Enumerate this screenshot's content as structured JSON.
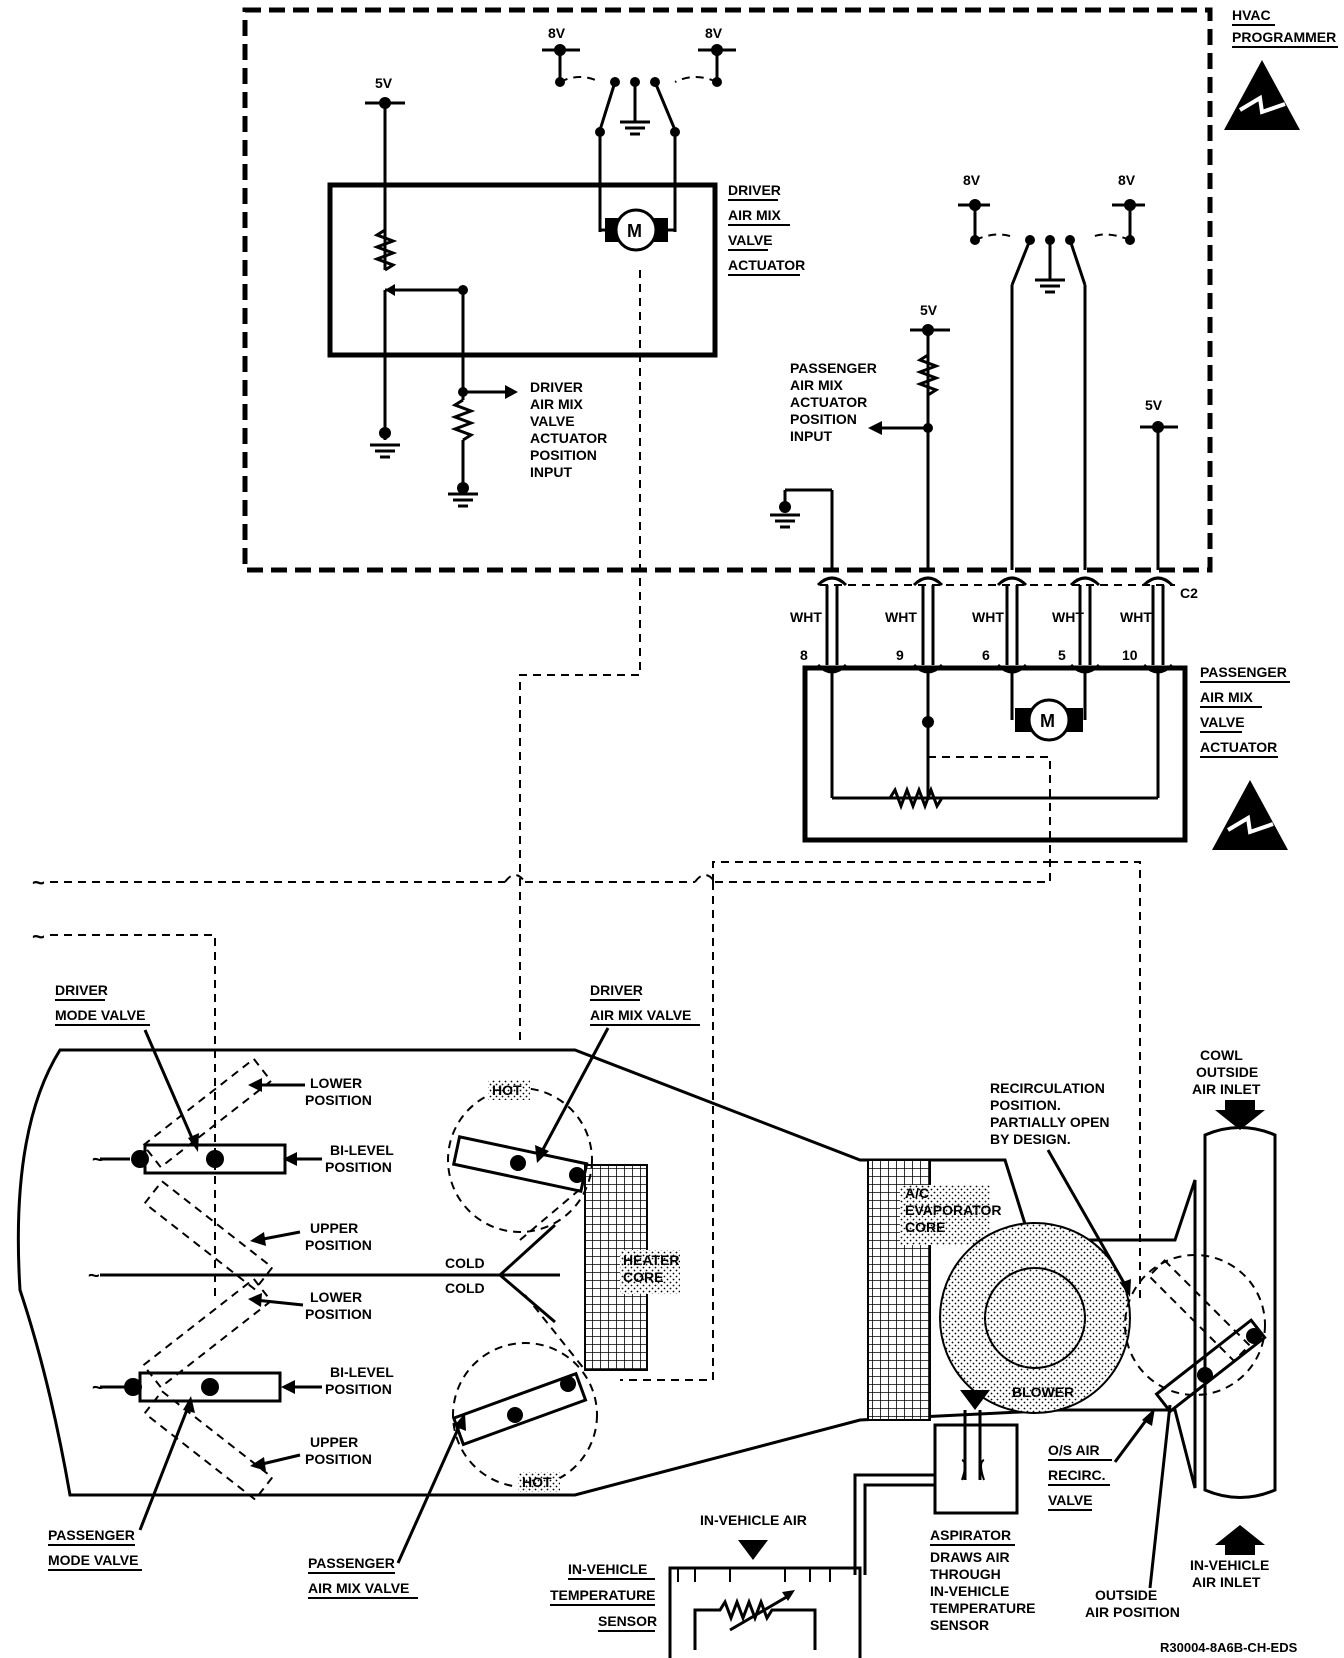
{
  "programmer": {
    "title_line1": "HVAC",
    "title_line2": "PROGRAMMER"
  },
  "voltages": {
    "v8": "8V",
    "v5": "5V"
  },
  "driver_actuator": {
    "l1": "DRIVER",
    "l2": "AIR MIX",
    "l3": "VALVE",
    "l4": "ACTUATOR"
  },
  "driver_pos_input": {
    "l1": "DRIVER",
    "l2": "AIR MIX",
    "l3": "VALVE",
    "l4": "ACTUATOR",
    "l5": "POSITION",
    "l6": "INPUT"
  },
  "passenger_pos_input": {
    "l1": "PASSENGER",
    "l2": "AIR MIX",
    "l3": "ACTUATOR",
    "l4": "POSITION",
    "l5": "INPUT"
  },
  "motor_label": "M",
  "connector": {
    "name": "C2",
    "wire_color": "WHT",
    "pins": [
      "8",
      "9",
      "6",
      "5",
      "10"
    ]
  },
  "passenger_actuator": {
    "l1": "PASSENGER",
    "l2": "AIR MIX",
    "l3": "VALVE",
    "l4": "ACTUATOR"
  },
  "housing": {
    "driver_mode_valve": {
      "l1": "DRIVER",
      "l2": "MODE VALVE"
    },
    "driver_air_mix_valve": {
      "l1": "DRIVER",
      "l2": "AIR MIX VALVE"
    },
    "lower_position": {
      "l1": "LOWER",
      "l2": "POSITION"
    },
    "bilevel_position": {
      "l1": "BI-LEVEL",
      "l2": "POSITION"
    },
    "upper_position": {
      "l1": "UPPER",
      "l2": "POSITION"
    },
    "hot": "HOT",
    "cold": "COLD",
    "heater_core": {
      "l1": "HEATER",
      "l2": "CORE"
    },
    "evaporator": {
      "l1": "A/C",
      "l2": "EVAPORATOR",
      "l3": "CORE"
    },
    "recirc_note": {
      "l1": "RECIRCULATION",
      "l2": "POSITION.",
      "l3": "PARTIALLY OPEN",
      "l4": "BY DESIGN."
    },
    "cowl_inlet": {
      "l1": "COWL",
      "l2": "OUTSIDE",
      "l3": "AIR INLET"
    },
    "blower": "BLOWER",
    "os_air_valve": {
      "l1": "O/S AIR",
      "l2": "RECIRC.",
      "l3": "VALVE"
    },
    "passenger_mode_valve": {
      "l1": "PASSENGER",
      "l2": "MODE VALVE"
    },
    "passenger_air_mix_valve": {
      "l1": "PASSENGER",
      "l2": "AIR MIX VALVE"
    },
    "in_vehicle_air": "IN-VEHICLE AIR",
    "temp_sensor": {
      "l1": "IN-VEHICLE",
      "l2": "TEMPERATURE",
      "l3": "SENSOR"
    },
    "aspirator": {
      "l1": "ASPIRATOR",
      "l2": "DRAWS AIR",
      "l3": "THROUGH",
      "l4": "IN-VEHICLE",
      "l5": "TEMPERATURE",
      "l6": "SENSOR"
    },
    "outside_air_position": {
      "l1": "OUTSIDE",
      "l2": "AIR POSITION"
    },
    "in_vehicle_inlet": {
      "l1": "IN-VEHICLE",
      "l2": "AIR INLET"
    }
  },
  "figure_code": "R30004-8A6B-CH-EDS"
}
